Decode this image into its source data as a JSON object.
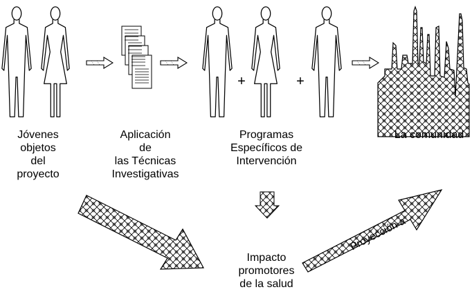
{
  "diagram": {
    "stages": [
      {
        "id": "jovenes",
        "lines": [
          "Jóvenes",
          "objetos",
          "del",
          "proyecto"
        ]
      },
      {
        "id": "aplicacion",
        "lines": [
          "Aplicación",
          "de",
          "las Técnicas",
          "Investigativas"
        ]
      },
      {
        "id": "programas",
        "lines": [
          "Programas",
          "Específicos de",
          "Intervención"
        ]
      },
      {
        "id": "comunidad",
        "lines": [
          "La comunidad"
        ]
      }
    ],
    "impacto": {
      "lines": [
        "Impacto",
        "promotores",
        "de la salud"
      ]
    },
    "proyeccion_label": "Proyección a",
    "plus_sign": "+",
    "colors": {
      "ink": "#000000",
      "paper": "#ffffff"
    },
    "icons": [
      "male-figure-icon",
      "female-figure-icon",
      "documents-icon",
      "city-icon",
      "right-arrow-icon",
      "down-arrow-icon",
      "diagonal-arrow-icon"
    ]
  }
}
